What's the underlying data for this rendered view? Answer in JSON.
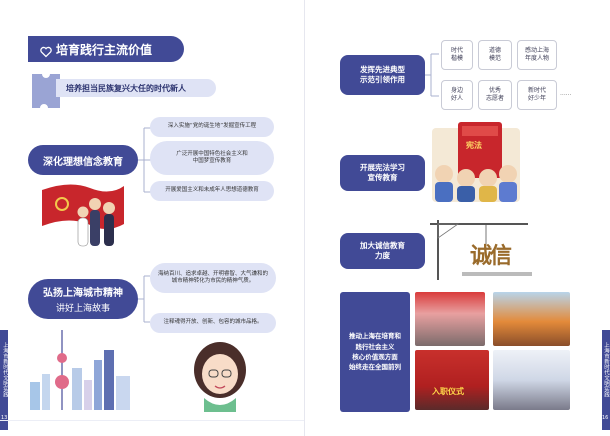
{
  "left_page": {
    "header_title": "培育践行主流价值",
    "subheader": "培养担当民族复兴大任的时代新人",
    "section1": {
      "title": "深化理想信念教育",
      "items": [
        "深入实施“党的诞生地”发掘宣传工程",
        "广泛开展中国特色社会主义和\n中国梦宣传教育",
        "开展爱国主义和未成年人思想道德教育"
      ]
    },
    "section2": {
      "title_line1": "弘扬上海城市精神",
      "title_line2": "讲好上海故事",
      "items": [
        "海纳百川、追求卓越、开明睿智、大气谦和的\n城市精神转化为市民的精神气质。",
        "注释魂得开放、创新、包容的城市品格。"
      ]
    },
    "side_text": "上海市新时代文明实践",
    "page_number": "13"
  },
  "right_page": {
    "section_models": {
      "title": "发挥先进典型\n示范引领作用",
      "cells": [
        "时代\n楷模",
        "道德\n模范",
        "感动上海\n年度人物",
        "身边\n好人",
        "优秀\n志愿者",
        "新时代\n好少年"
      ],
      "more": "......"
    },
    "section_constitution": {
      "title": "开展宪法学习\n宣传教育",
      "book_label": "宪法"
    },
    "section_integrity": {
      "title": "加大诚信教育\n力度",
      "char_label": "诚信"
    },
    "section_summary": {
      "text": "推动上海在培育和\n践行社会主义\n核心价值观方面\n始终走在全国前列"
    },
    "photo_banner": "入职仪式",
    "side_text": "上海市新时代文明实践",
    "page_number": "16"
  },
  "colors": {
    "navy": "#414a96",
    "lavender": "#dfe3f5",
    "red": "#c8262c"
  }
}
